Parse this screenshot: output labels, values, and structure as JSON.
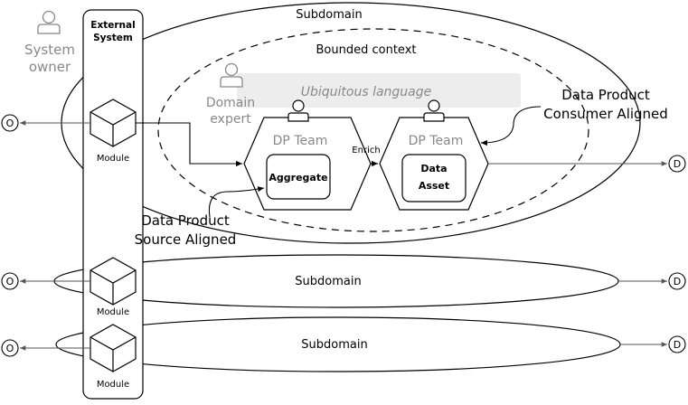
{
  "actors": {
    "system_owner": "System\nowner",
    "domain_expert": "Domain\nexpert"
  },
  "external_system": {
    "title": "External\nSystem",
    "modules": [
      "Module",
      "Module",
      "Module"
    ]
  },
  "subdomains": [
    "Subdomain",
    "Subdomain",
    "Subdomain"
  ],
  "bounded_context": "Bounded context",
  "ubiquitous_language": "Ubiquitous language",
  "teams": [
    {
      "title": "DP Team",
      "inner": "Aggregate"
    },
    {
      "title": "DP Team",
      "inner": "Data\nAsset"
    }
  ],
  "enrich_label": "Enrich",
  "callouts": {
    "consumer": "Data Product\nConsumer Aligned",
    "source": "Data Product\nSource Aligned"
  },
  "ports": {
    "output": "O",
    "data": "D"
  }
}
